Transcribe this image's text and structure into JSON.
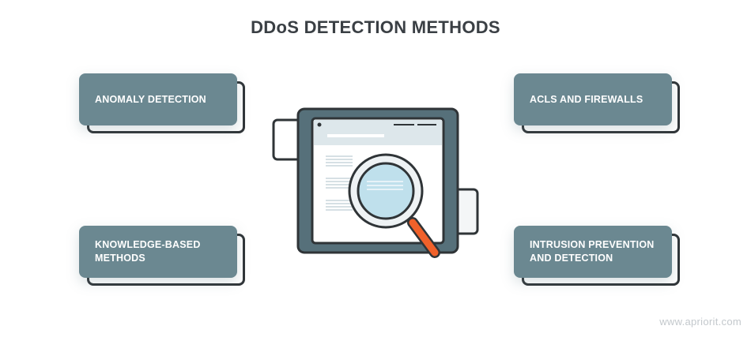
{
  "title": "DDoS DETECTION METHODS",
  "methods": [
    {
      "label": "ANOMALY DETECTION"
    },
    {
      "label": "ACLS AND FIREWALLS"
    },
    {
      "label": "KNOWLEDGE-BASED\nMETHODS"
    },
    {
      "label": "INTRUSION PREVENTION\nAND DETECTION"
    }
  ],
  "footer": {
    "watermark": "www.apriorit.com"
  },
  "colors": {
    "card_fill": "#6b8891",
    "outline": "#2f3437",
    "monitor_frame": "#56707a",
    "magnifier_handle": "#f0612a"
  }
}
